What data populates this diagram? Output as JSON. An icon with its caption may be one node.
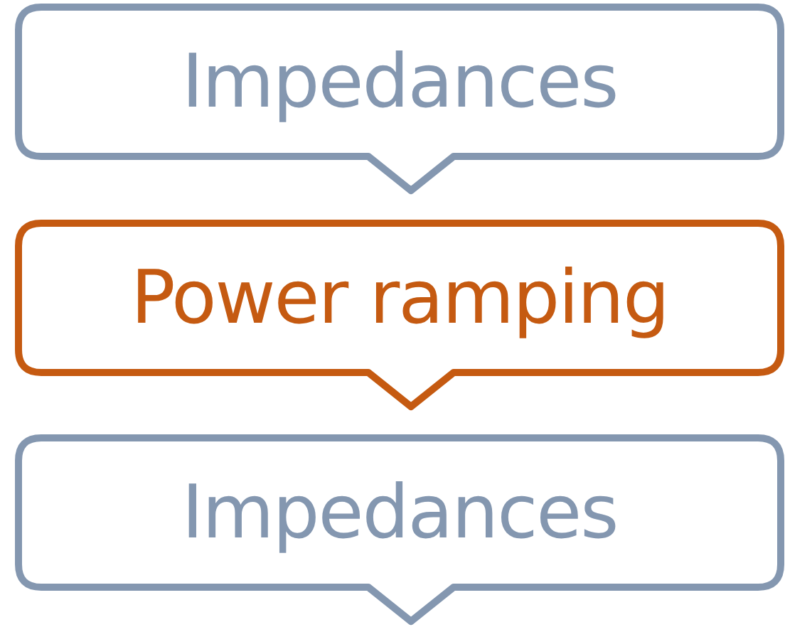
{
  "diagram": {
    "nodes": [
      {
        "text": [
          "Impedances"
        ]
      },
      {
        "text": [
          "Power ramping"
        ]
      },
      {
        "text": [
          "Impedances"
        ]
      }
    ]
  }
}
